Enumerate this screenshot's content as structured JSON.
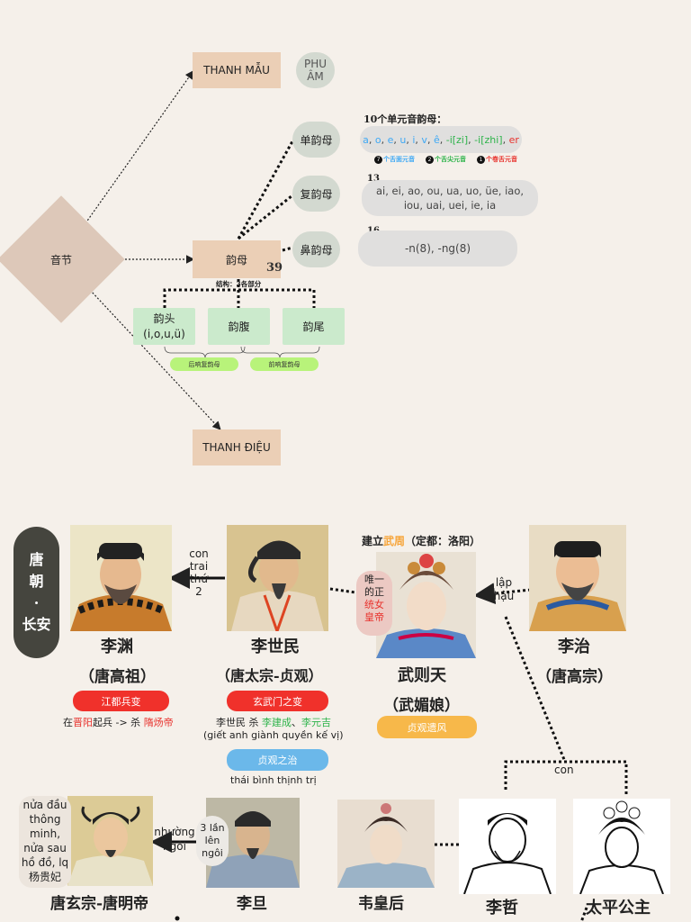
{
  "pinyin": {
    "center": "音节",
    "initials": "THANH MẪU",
    "consonant_badge": "PHU\nÂM",
    "finals": "韵母",
    "finals_count": "39",
    "tones": "THANH ĐIỆU",
    "categories": [
      {
        "label": "单韵母",
        "count": "10个单元音韵母：",
        "content_colored": true
      },
      {
        "label": "复韵母",
        "count": "13",
        "content": "ai, ei, ao, ou, ua, uo, üe, iao, iou, uai, uei, ie, ia"
      },
      {
        "label": "鼻韵母",
        "count": "16",
        "content": "-n(8), -ng(8)"
      }
    ],
    "simple_finals": [
      {
        "text": "a",
        "color": "#3fa9f5"
      },
      {
        "text": "o",
        "color": "#3fa9f5"
      },
      {
        "text": "e",
        "color": "#3fa9f5"
      },
      {
        "text": "u",
        "color": "#3fa9f5"
      },
      {
        "text": "i",
        "color": "#3fa9f5"
      },
      {
        "text": "v",
        "color": "#3fa9f5"
      },
      {
        "text": "ê",
        "color": "#3fa9f5"
      },
      {
        "text": "-i[zi]",
        "color": "#2db34a"
      },
      {
        "text": "-i[zhi]",
        "color": "#2db34a"
      },
      {
        "text": "er",
        "color": "#e8322d"
      }
    ],
    "vowel_types": [
      {
        "num": "7",
        "text": "个舌面元音",
        "color": "#3fa9f5"
      },
      {
        "num": "2",
        "text": "个舌尖元音",
        "color": "#2db34a"
      },
      {
        "num": "1",
        "text": "个卷舌元音",
        "color": "#e8322d"
      }
    ],
    "structure_label": "结构：3各部分",
    "parts": [
      {
        "label": "韵头",
        "sub": "(i,o,u,ü)"
      },
      {
        "label": "韵腹",
        "sub": ""
      },
      {
        "label": "韵尾",
        "sub": ""
      }
    ],
    "compound_types": [
      "后响复韵母",
      "前响复韵母"
    ]
  },
  "tang": {
    "dynasty": "唐\n朝\n·\n长安",
    "people": [
      {
        "name": "李渊",
        "title": "（唐高祖）"
      },
      {
        "name": "李世民",
        "title": "（唐太宗-贞观）"
      },
      {
        "name": "武则天",
        "title": "（武媚娘）"
      },
      {
        "name": "李治",
        "title": "（唐高宗）"
      },
      {
        "name": "唐玄宗-唐明帝"
      },
      {
        "name": "李旦"
      },
      {
        "name": "韦皇后"
      },
      {
        "name": "李哲"
      },
      {
        "name": "太平公主"
      }
    ],
    "wu_founded_prefix": "建立",
    "wu_founded_name": "武周",
    "wu_founded_suffix": "（定都：洛阳）",
    "wu_note_black": "唯一\n的正",
    "wu_note_red": "统女\n皇帝",
    "rel_son2": "con\ntrai\nthứ\n2",
    "rel_married": "lập\nhậu",
    "rel_child": "con",
    "rel_abdicate": "nhường\nngôi",
    "rel_3times": "3 lần\nlên\nngôi",
    "xuanzong_note": "nửa đầu\nthông\nminh,\nnửa sau\nhồ đồ, lq\n杨贵妃",
    "events": [
      {
        "label": "江都兵变",
        "color": "#f0312b"
      },
      {
        "label": "玄武门之变",
        "color": "#f0312b"
      },
      {
        "label": "贞观之治",
        "color": "#6bb8ea"
      },
      {
        "label": "贞观遗风",
        "color": "#f7b84a"
      }
    ],
    "liyuan_line": {
      "p1": "在",
      "r1": "晋阳",
      "p2": "起兵 -> 杀 ",
      "r2": "隋炀帝"
    },
    "lishimin_line": {
      "p1": "李世民 杀 ",
      "g1": "李建成",
      "p2": "、",
      "g2": "李元吉"
    },
    "lishimin_note": "(giết anh giành quyền kế vị)",
    "zhenguan_note": "thái bình thịnh trị"
  }
}
